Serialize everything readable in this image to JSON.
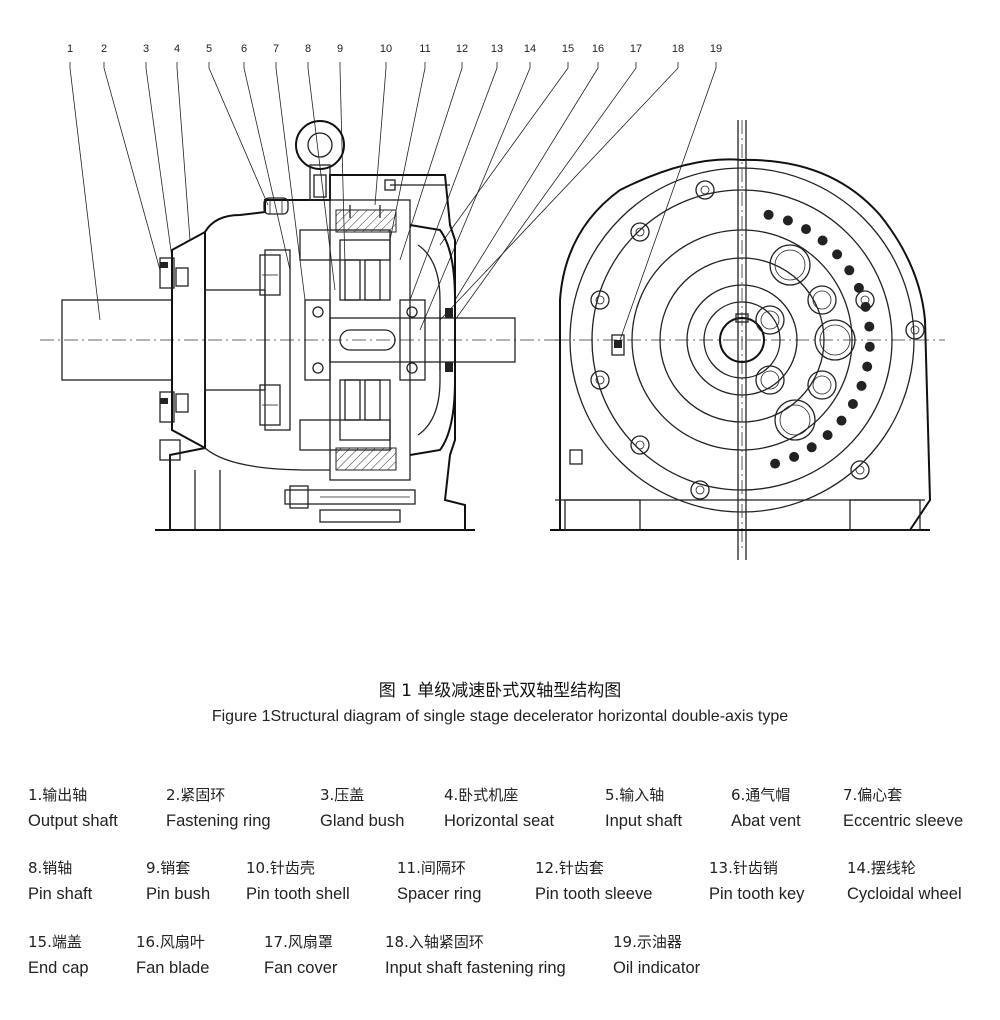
{
  "callout_numbers": [
    "1",
    "2",
    "3",
    "4",
    "5",
    "6",
    "7",
    "8",
    "9",
    "10",
    "11",
    "12",
    "13",
    "14",
    "15",
    "16",
    "17",
    "18",
    "19"
  ],
  "caption": {
    "cn": "图 1 单级减速卧式双轴型结构图",
    "en": "Figure 1Structural diagram of single stage decelerator horizontal double-axis type"
  },
  "legend": [
    {
      "cn": "1.输出轴",
      "en": "Output shaft"
    },
    {
      "cn": "2.紧固环",
      "en": "Fastening ring"
    },
    {
      "cn": "3.压盖",
      "en": "Gland bush"
    },
    {
      "cn": "4.卧式机座",
      "en": "Horizontal seat"
    },
    {
      "cn": "5.输入轴",
      "en": "Input shaft"
    },
    {
      "cn": "6.通气帽",
      "en": "Abat vent"
    },
    {
      "cn": "7.偏心套",
      "en": "Eccentric sleeve"
    },
    {
      "cn": "8.销轴",
      "en": "Pin shaft"
    },
    {
      "cn": "9.销套",
      "en": "Pin bush"
    },
    {
      "cn": "10.针齿壳",
      "en": "Pin tooth shell"
    },
    {
      "cn": "11.间隔环",
      "en": "Spacer ring"
    },
    {
      "cn": "12.针齿套",
      "en": "Pin tooth sleeve"
    },
    {
      "cn": "13.针齿销",
      "en": "Pin tooth key"
    },
    {
      "cn": "14.摆线轮",
      "en": "Cycloidal wheel"
    },
    {
      "cn": "15.端盖",
      "en": "End cap"
    },
    {
      "cn": "16.风扇叶",
      "en": "Fan blade"
    },
    {
      "cn": "17.风扇罩",
      "en": "Fan cover"
    },
    {
      "cn": "18.入轴紧固环",
      "en": "Input shaft fastening ring"
    },
    {
      "cn": "19.示油器",
      "en": "Oil indicator"
    }
  ]
}
